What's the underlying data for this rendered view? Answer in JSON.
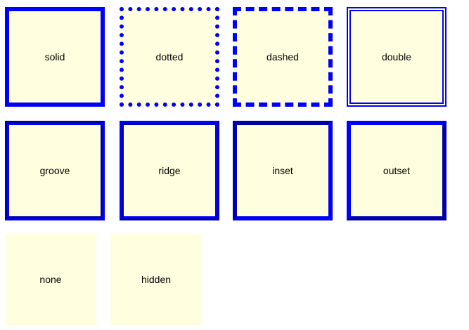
{
  "boxes": {
    "solid": {
      "label": "solid"
    },
    "dotted": {
      "label": "dotted"
    },
    "dashed": {
      "label": "dashed"
    },
    "double": {
      "label": "double"
    },
    "groove": {
      "label": "groove"
    },
    "ridge": {
      "label": "ridge"
    },
    "inset": {
      "label": "inset"
    },
    "outset": {
      "label": "outset"
    },
    "none": {
      "label": "none"
    },
    "hidden": {
      "label": "hidden"
    }
  },
  "colors": {
    "border": "#0000ff",
    "box_background": "#ffffe0",
    "text": "#000000"
  }
}
